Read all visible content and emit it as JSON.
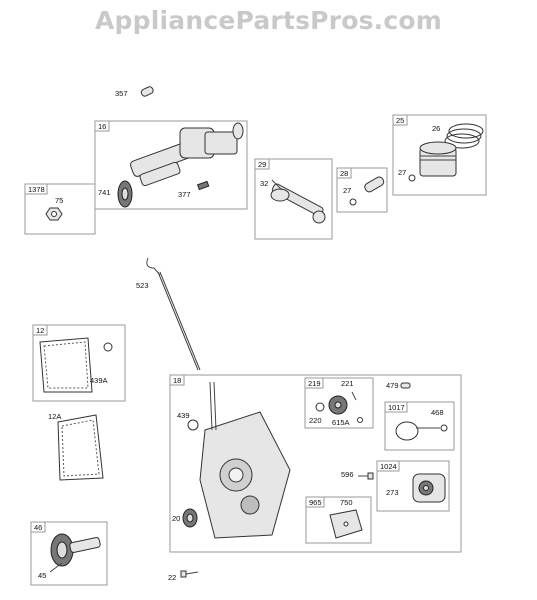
{
  "watermark": "AppliancePartsPros.com",
  "labels": {
    "l357": "357",
    "l16": "16",
    "l741": "741",
    "l377": "377",
    "l1378": "1378",
    "l75": "75",
    "l29": "29",
    "l32": "32",
    "l28": "28",
    "l27a": "27",
    "l25": "25",
    "l26": "26",
    "l27b": "27",
    "l523": "523",
    "l12": "12",
    "l439A": "439A",
    "l12A": "12A",
    "l18": "18",
    "l439": "439",
    "l20": "20",
    "l219": "219",
    "l221": "221",
    "l220": "220",
    "l615A": "615A",
    "l479": "479",
    "l1017": "1017",
    "l468": "468",
    "l596": "596",
    "l1024": "1024",
    "l273": "273",
    "l965": "965",
    "l750": "750",
    "l46": "46",
    "l45": "45",
    "l22": "22"
  }
}
